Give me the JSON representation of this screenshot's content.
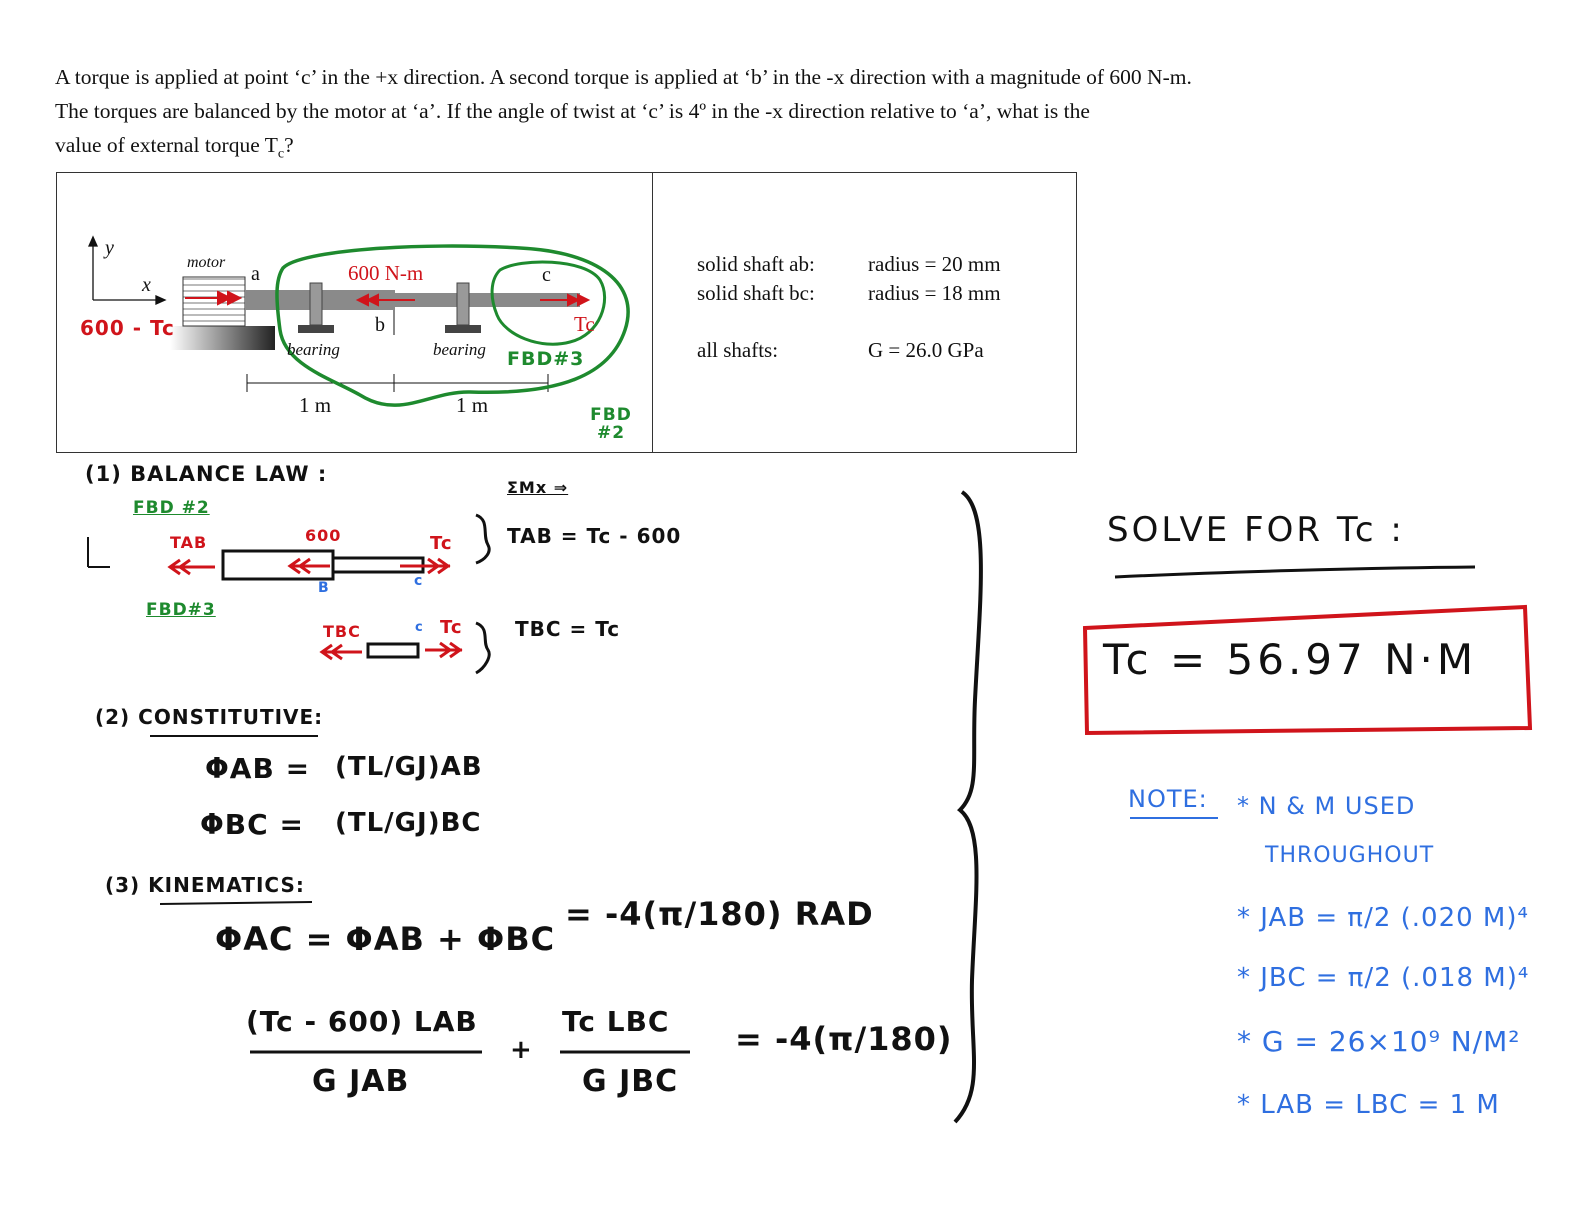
{
  "problem": {
    "line1": "A torque is applied at point ‘c’ in the +x direction. A second torque is applied at ‘b’ in the -x direction with a magnitude of 600 N-m.",
    "line2": "The torques are balanced by the motor at ‘a’.  If the angle of twist at ‘c’ is 4º in the -x direction relative to ‘a’, what is the",
    "line3_pre": "value of external torque T",
    "line3_sub": "c",
    "line3_post": "?"
  },
  "figure": {
    "axis_y": "y",
    "axis_x": "x",
    "motor_label": "motor",
    "point_a": "a",
    "point_b": "b",
    "point_c": "c",
    "torque_b": "600 N-m",
    "torque_c": "Tc",
    "bearing_1": "bearing",
    "bearing_2": "bearing",
    "len_ab": "1 m",
    "len_bc": "1 m",
    "motor_torque_note": "600 - Tc",
    "fbd3_label": "FBD#3",
    "fbd2_label": "FBD #2"
  },
  "properties": {
    "ab_label": "solid shaft ab:",
    "ab_value": "radius = 20 mm",
    "bc_label": "solid shaft bc:",
    "bc_value": "radius = 18 mm",
    "all_label": "all shafts:",
    "all_value": "G = 26.0 GPa"
  },
  "solution": {
    "balance_title": "(1) BALANCE LAW :",
    "fbd2": "FBD #2",
    "fbd3": "FBD#3",
    "sum_mx": "ΣMx ⇒",
    "tab": "TAB",
    "six_hundred": "600",
    "tc": "Tc",
    "pt_b": "B",
    "pt_c": "c",
    "tbc": "TBC",
    "eq_tab": "TAB = Tc - 600",
    "eq_tbc": "TBC = Tc",
    "const_title": "(2) CONSTITUTIVE:",
    "phi_ab_lhs": "ΦAB =",
    "phi_ab_rhs": "(TL/GJ)AB",
    "phi_bc_lhs": "ΦBC =",
    "phi_bc_rhs": "(TL/GJ)BC",
    "kin_title": "(3) KINEMATICS:",
    "kin_eq": "ΦAC = ΦAB + ΦBC",
    "kin_rhs": "= -4(π/180) RAD",
    "frac1_num": "(Tc - 600) LAB",
    "frac1_den": "G JAB",
    "plus": "+",
    "frac2_num": "Tc LBC",
    "frac2_den": "G JBC",
    "frac_rhs": "= -4(π/180)"
  },
  "answer": {
    "solve_for": "SOLVE FOR Tc :",
    "result": "Tc = 56.97 N·M"
  },
  "notes": {
    "title": "NOTE:",
    "note1": "* N & M USED",
    "note1b": "THROUGHOUT",
    "note2": "* JAB = π/2 (.020 M)⁴",
    "note3": "* JBC = π/2 (.018 M)⁴",
    "note4": "* G = 26×10⁹ N/M²",
    "note5": "* LAB = LBC = 1 M"
  }
}
